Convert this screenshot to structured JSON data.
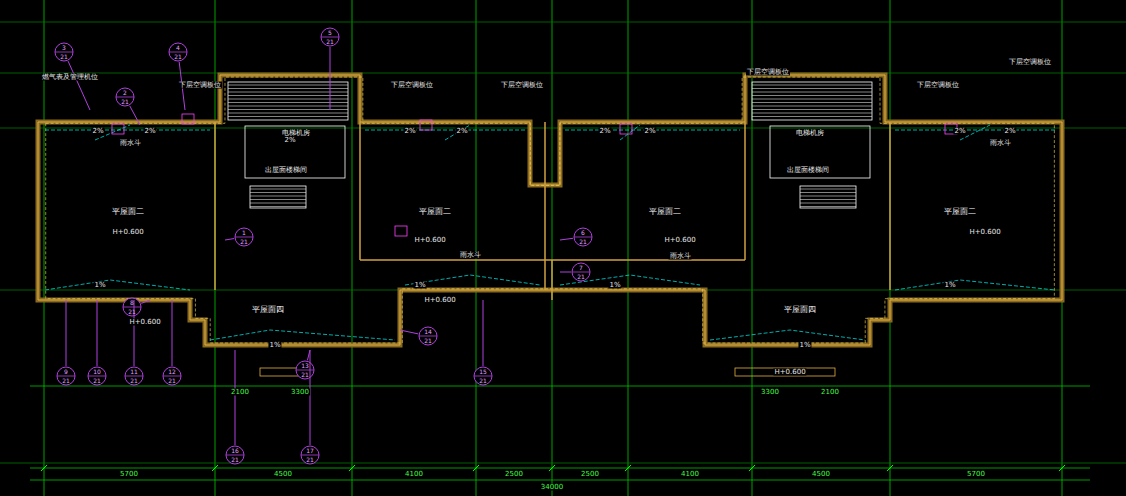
{
  "diagram": {
    "nodes": [
      {
        "text": [
          "平屋面二"
        ]
      },
      {
        "text": [
          "平屋面二"
        ]
      },
      {
        "text": [
          "平屋面二"
        ]
      },
      {
        "text": [
          "平屋面二"
        ]
      },
      {
        "text": [
          "平屋面四"
        ]
      },
      {
        "text": [
          "平屋面四"
        ]
      }
    ],
    "labels": [
      "下层空调板位",
      "下层空调板位",
      "下层空调板位",
      "下层空调板位",
      "下层空调板位",
      "下层空调板位",
      "燃气表及管理机位",
      "2%",
      "2%",
      "2%",
      "2%",
      "2%",
      "2%",
      "2%",
      "2%",
      "2%",
      "1%",
      "1%",
      "1%",
      "1%",
      "1%",
      "1%",
      "H+0.600",
      "H+0.600",
      "H+0.600",
      "H+0.600",
      "H+0.600",
      "H+0.600",
      "H+0.600",
      "出屋面楼梯间",
      "出屋面楼梯间",
      "电梯机房",
      "电梯机房",
      "雨水斗",
      "雨水斗",
      "雨水斗",
      "雨水斗",
      "5700",
      "4500",
      "4100",
      "2500",
      "2500",
      "4100",
      "4500",
      "5700",
      "34000",
      "2100",
      "3300",
      "3300",
      "2100",
      "3",
      "21",
      "4",
      "21",
      "5",
      "21",
      "2",
      "21",
      "1",
      "21",
      "6",
      "21",
      "7",
      "21",
      "8",
      "21",
      "9",
      "21",
      "10",
      "21",
      "11",
      "21",
      "12",
      "21",
      "13",
      "21",
      "14",
      "21",
      "15",
      "21",
      "16",
      "21",
      "17",
      "21"
    ]
  }
}
